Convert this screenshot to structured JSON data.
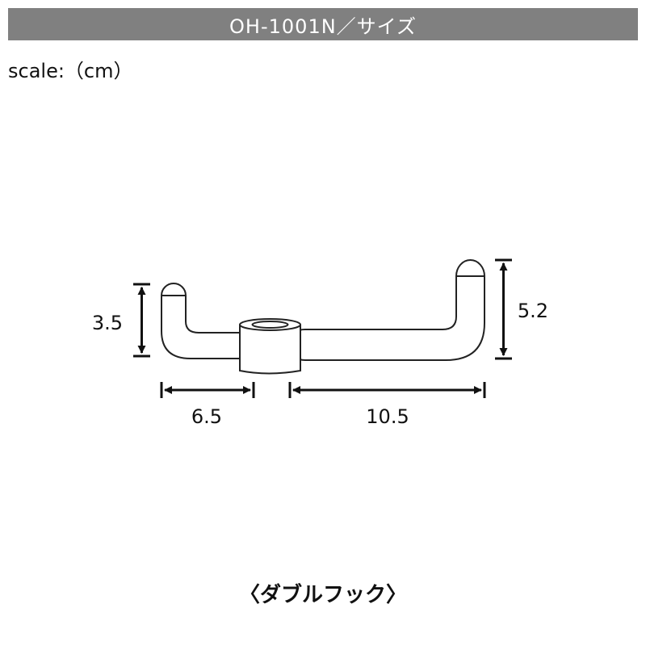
{
  "title": "OH-1001N／サイズ",
  "scale_label": "scale:（cm）",
  "dimensions": {
    "left_height": "3.5",
    "right_height": "5.2",
    "left_width": "6.5",
    "right_width": "10.5"
  },
  "caption": "〈ダブルフック〉"
}
